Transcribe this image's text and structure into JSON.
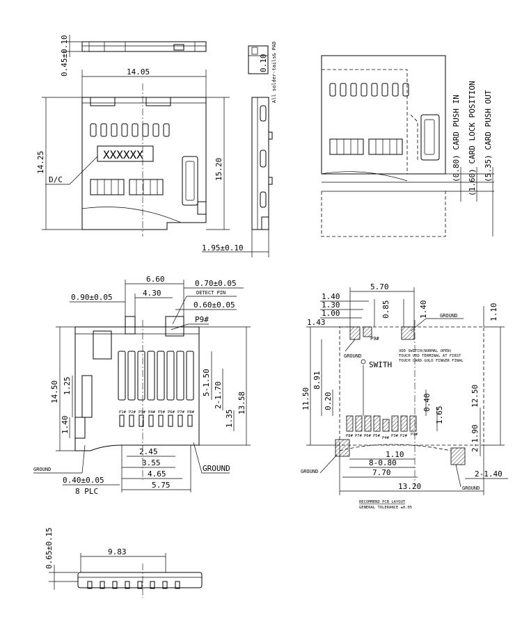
{
  "top_view": {
    "dim_thickness": "0.45±0.10",
    "dim_width": "14.05",
    "dim_height_left": "14.25",
    "dim_height_right": "15.20",
    "marking": "XXXXXX",
    "dc_label": "D/C"
  },
  "side_view": {
    "coplanarity": "0.10",
    "solder_note": "All solder-tails& PAD",
    "dim_depth": "1.95±0.10"
  },
  "card_positions": {
    "labels": [
      "(0.80) CARD PUSH IN",
      "(1.60) CARD LOCK POSITION",
      "(5.35) CARD PUSH OUT"
    ]
  },
  "bottom_view": {
    "dim_660": "6.60",
    "dim_430": "4.30",
    "dim_070": "0.70±0.05",
    "dim_090": "0.90±0.05",
    "detect_pin": "DETECT PIN",
    "dim_060": "0.60±0.05",
    "p9": "P9#",
    "dim_1450": "14.50",
    "dim_125": "1.25",
    "dim_5150": "5-1.50",
    "dim_2170": "2-1.70",
    "dim_1358": "13.58",
    "dim_135": "1.35",
    "dim_140": "1.40",
    "pins": [
      "P1#",
      "P2#",
      "P3#",
      "P4#",
      "P5#",
      "P6#",
      "P7#",
      "P8#"
    ],
    "dim_245": "2.45",
    "dim_355": "3.55",
    "dim_465": "4.65",
    "dim_575": "5.75",
    "ground": "GROUND",
    "dim_040": "0.40±0.05",
    "plc": "8 PLC"
  },
  "pcb_layout": {
    "dim_570": "5.70",
    "dim_140a": "1.40",
    "dim_130": "1.30",
    "dim_100": "1.00",
    "dim_143": "1.43",
    "dim_085": "0.85",
    "dim_140b": "1.40",
    "dim_110r": "1.10",
    "ground_tr": "GROUND",
    "p9": "P9#",
    "ground_tl": "GROUND",
    "vdd_note": [
      "VDD SWITCH(NORMAL OPEN)",
      "TOUCH VDD TERMINAL AT FIRST",
      "TOUCH CARD GOLD FINGER FINAL"
    ],
    "switch": "SWITH",
    "dim_1150": "11.50",
    "dim_891": "8.91",
    "dim_020": "0.20",
    "dim_040": "0.40",
    "dim_165": "1.65",
    "dim_1250": "12.50",
    "dim_2190": "2-1.90",
    "pins": [
      "P8#",
      "P7#",
      "P6#",
      "P5#",
      "P4#",
      "P3#",
      "P2#",
      "P1#"
    ],
    "dim_110": "1.10",
    "dim_8080": "8-0.80",
    "dim_770": "7.70",
    "dim_1320": "13.20",
    "dim_2140": "2-1.40",
    "ground_bl": "GROUND",
    "ground_br": "GROUND",
    "note1": "RECOMMEND PCB LAYOUT",
    "note2": "GENERAL TOLERANCE ±0.05"
  },
  "front_view": {
    "dim_065": "0.65±0.15",
    "dim_983": "9.83"
  }
}
